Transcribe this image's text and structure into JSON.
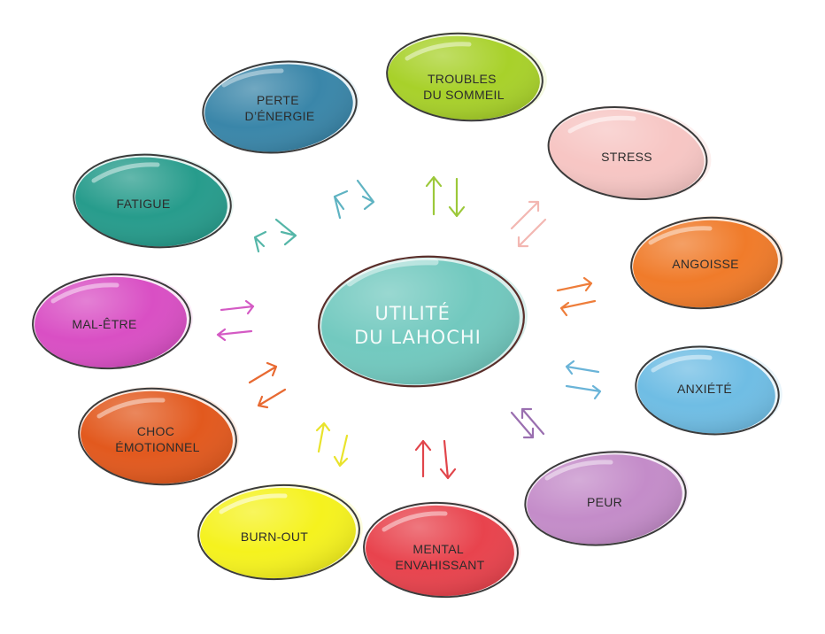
{
  "center": {
    "lines": [
      "UTILITÉ",
      "DU LAHOCHI"
    ],
    "color": "#72c9bf"
  },
  "bubbles": [
    {
      "id": "perte-energie",
      "lines": [
        "PERTE",
        "D’ÉNERGIE"
      ],
      "color": "#3a86a9",
      "arrow_color": "#5fb3c2"
    },
    {
      "id": "troubles-sommeil",
      "lines": [
        "TROUBLES",
        "DU SOMMEIL"
      ],
      "color": "#a8d12a",
      "arrow_color": "#9cc83a"
    },
    {
      "id": "stress",
      "lines": [
        "STRESS"
      ],
      "color": "#f7c6c4",
      "arrow_color": "#f3b7b2"
    },
    {
      "id": "angoisse",
      "lines": [
        "ANGOISSE"
      ],
      "color": "#f07b2a",
      "arrow_color": "#ee7d3a"
    },
    {
      "id": "anxiete",
      "lines": [
        "ANXIÉTÉ"
      ],
      "color": "#6fbde4",
      "arrow_color": "#6ab4d8"
    },
    {
      "id": "peur",
      "lines": [
        "PEUR"
      ],
      "color": "#c48cc9",
      "arrow_color": "#9a6fb0"
    },
    {
      "id": "mental-envahissant",
      "lines": [
        "MENTAL",
        "ENVAHISSANT"
      ],
      "color": "#e8434d",
      "arrow_color": "#e1454b"
    },
    {
      "id": "burn-out",
      "lines": [
        "BURN-OUT"
      ],
      "color": "#f5f21e",
      "arrow_color": "#e9e32c"
    },
    {
      "id": "choc-emotionnel",
      "lines": [
        "CHOC",
        "ÉMOTIONNEL"
      ],
      "color": "#e2591e",
      "arrow_color": "#e86a32"
    },
    {
      "id": "mal-etre",
      "lines": [
        "MAL-ÊTRE"
      ],
      "color": "#d94fc4",
      "arrow_color": "#d45ac4"
    },
    {
      "id": "fatigue",
      "lines": [
        "FATIGUE"
      ],
      "color": "#279c8c",
      "arrow_color": "#55b6a8"
    }
  ]
}
